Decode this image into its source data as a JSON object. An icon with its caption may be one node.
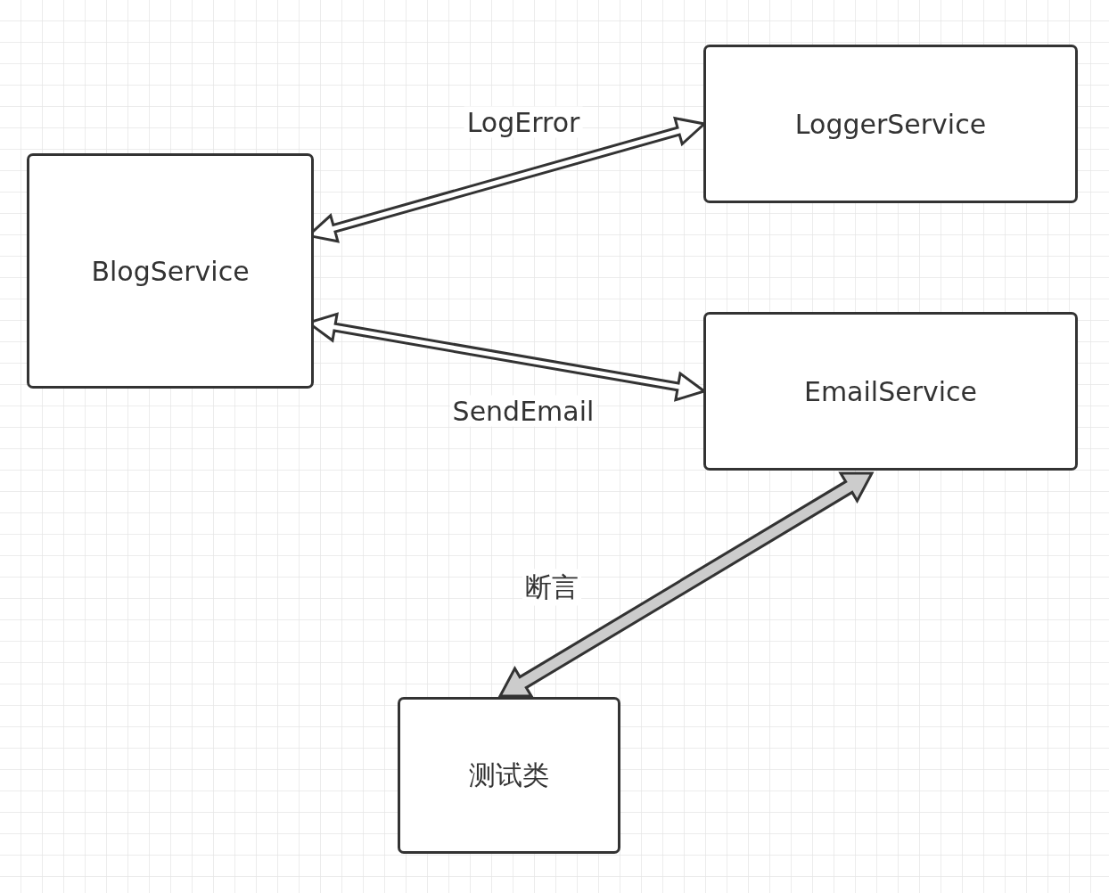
{
  "diagram": {
    "nodes": [
      {
        "text": [
          "BlogService"
        ]
      },
      {
        "text": [
          "LoggerService"
        ]
      },
      {
        "text": [
          "EmailService"
        ]
      },
      {
        "text": [
          "测试类"
        ]
      }
    ],
    "edges": [
      {
        "from": 0,
        "to": 1,
        "arrow": "both",
        "label": "LogError"
      },
      {
        "from": 0,
        "to": 2,
        "arrow": "both",
        "label": "SendEmail"
      },
      {
        "from": 2,
        "to": 3,
        "arrow": "both",
        "label": "断言",
        "style": "thick",
        "color": "#cccccc"
      }
    ]
  }
}
